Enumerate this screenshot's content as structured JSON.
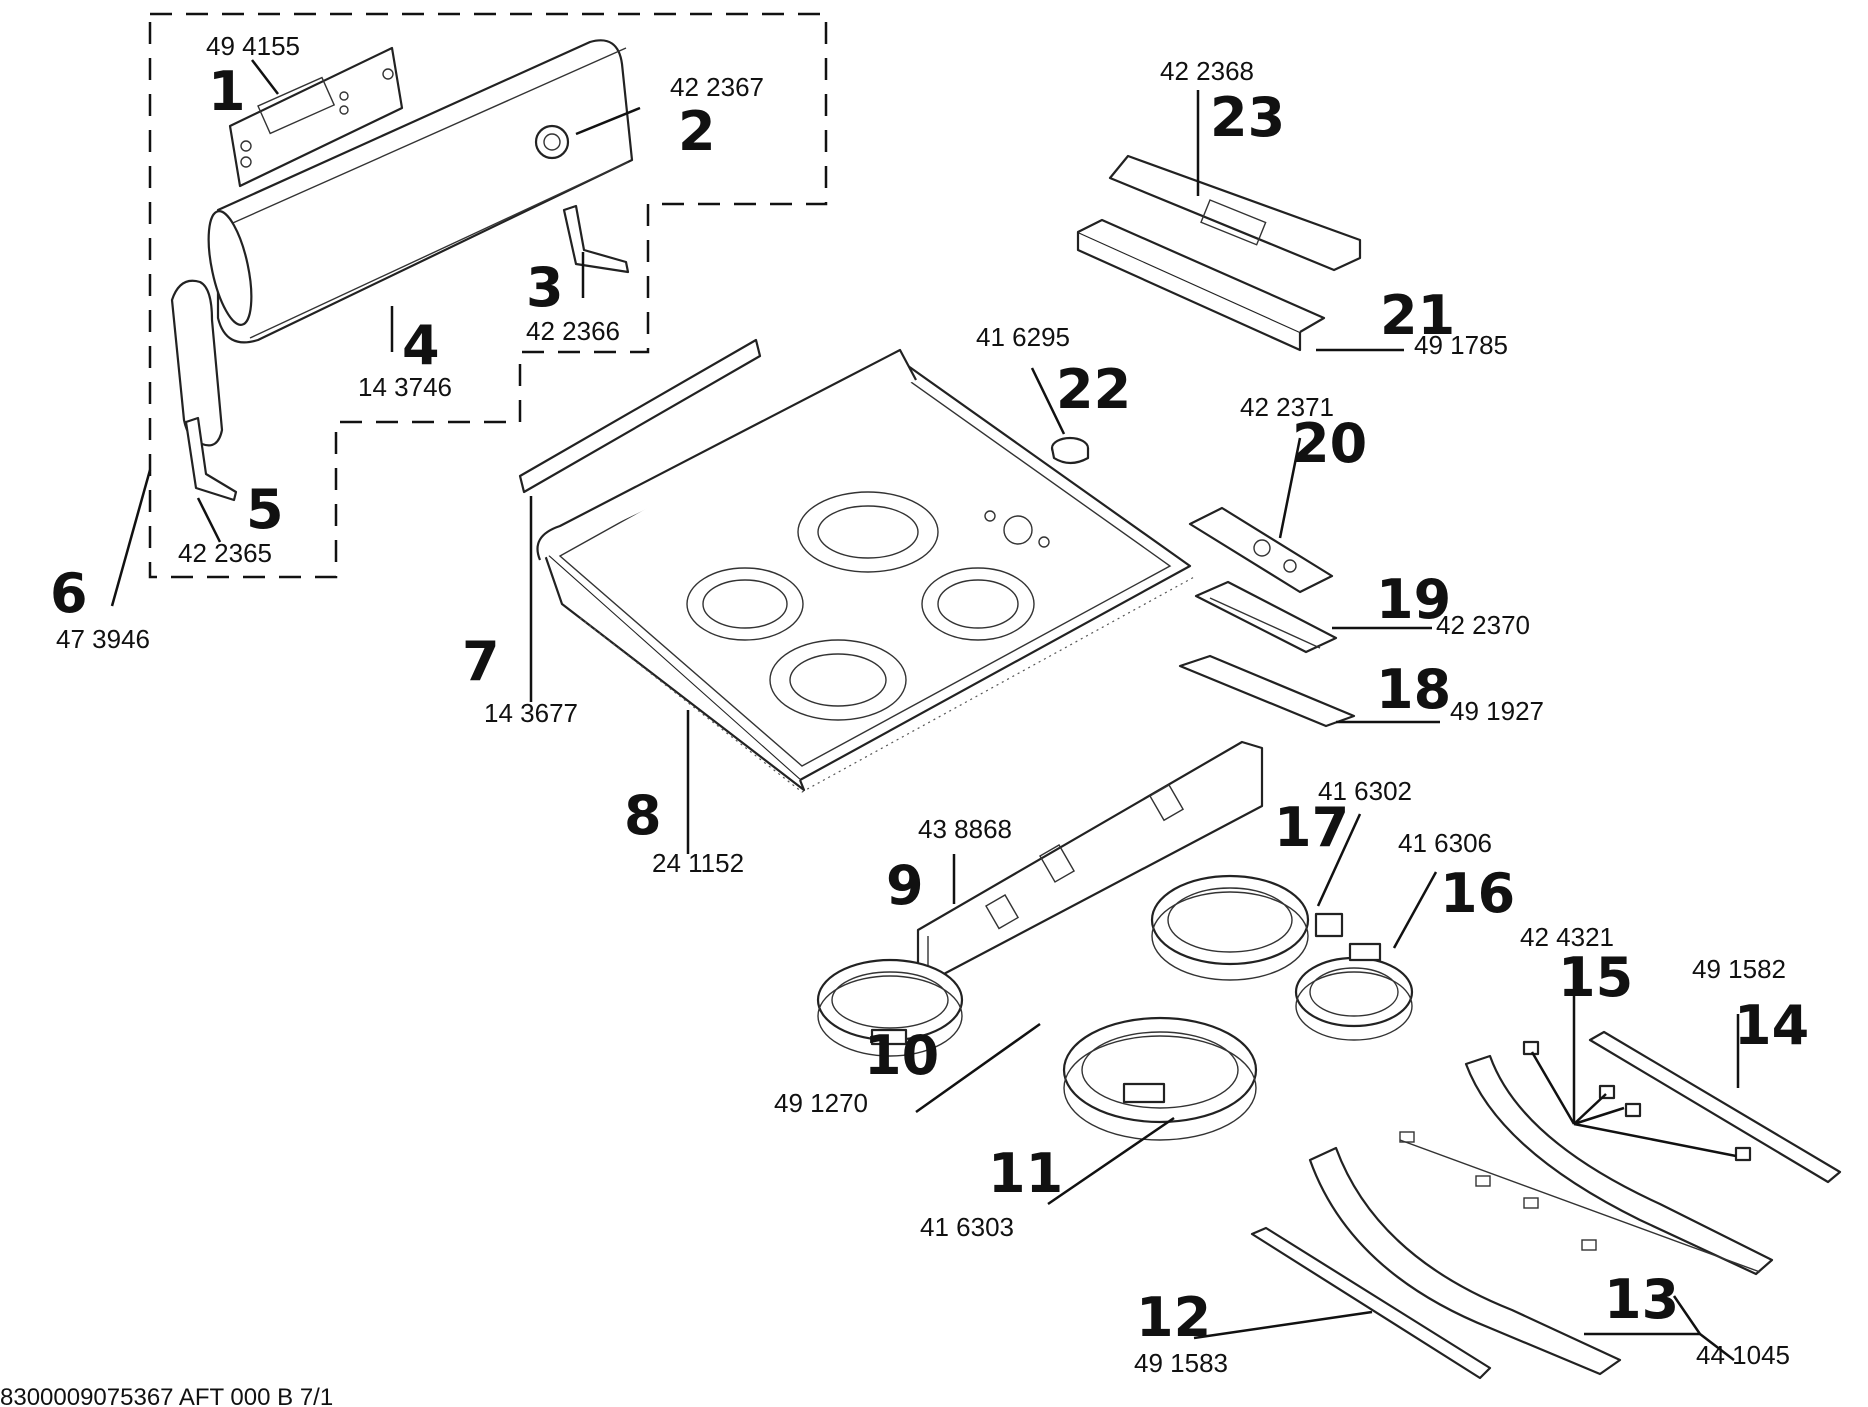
{
  "footer": "8300009075367 AFT 000 B 7/1",
  "parts": [
    {
      "callout": "1",
      "part_number": "49 4155"
    },
    {
      "callout": "2",
      "part_number": "42 2367"
    },
    {
      "callout": "3",
      "part_number": "42 2366"
    },
    {
      "callout": "4",
      "part_number": "14 3746"
    },
    {
      "callout": "5",
      "part_number": "42 2365"
    },
    {
      "callout": "6",
      "part_number": "47 3946"
    },
    {
      "callout": "7",
      "part_number": "14 3677"
    },
    {
      "callout": "8",
      "part_number": "24 1152"
    },
    {
      "callout": "9",
      "part_number": "43 8868"
    },
    {
      "callout": "10",
      "part_number": "49 1270"
    },
    {
      "callout": "11",
      "part_number": "41 6303"
    },
    {
      "callout": "12",
      "part_number": "49 1583"
    },
    {
      "callout": "13",
      "part_number": "44 1045"
    },
    {
      "callout": "14",
      "part_number": "49 1582"
    },
    {
      "callout": "15",
      "part_number": "42 4321"
    },
    {
      "callout": "16",
      "part_number": "41 6306"
    },
    {
      "callout": "17",
      "part_number": "41 6302"
    },
    {
      "callout": "18",
      "part_number": "49 1927"
    },
    {
      "callout": "19",
      "part_number": "42 2370"
    },
    {
      "callout": "20",
      "part_number": "42 2371"
    },
    {
      "callout": "21",
      "part_number": "49 1785"
    },
    {
      "callout": "22",
      "part_number": "41 6295"
    },
    {
      "callout": "23",
      "part_number": "42 2368"
    }
  ]
}
